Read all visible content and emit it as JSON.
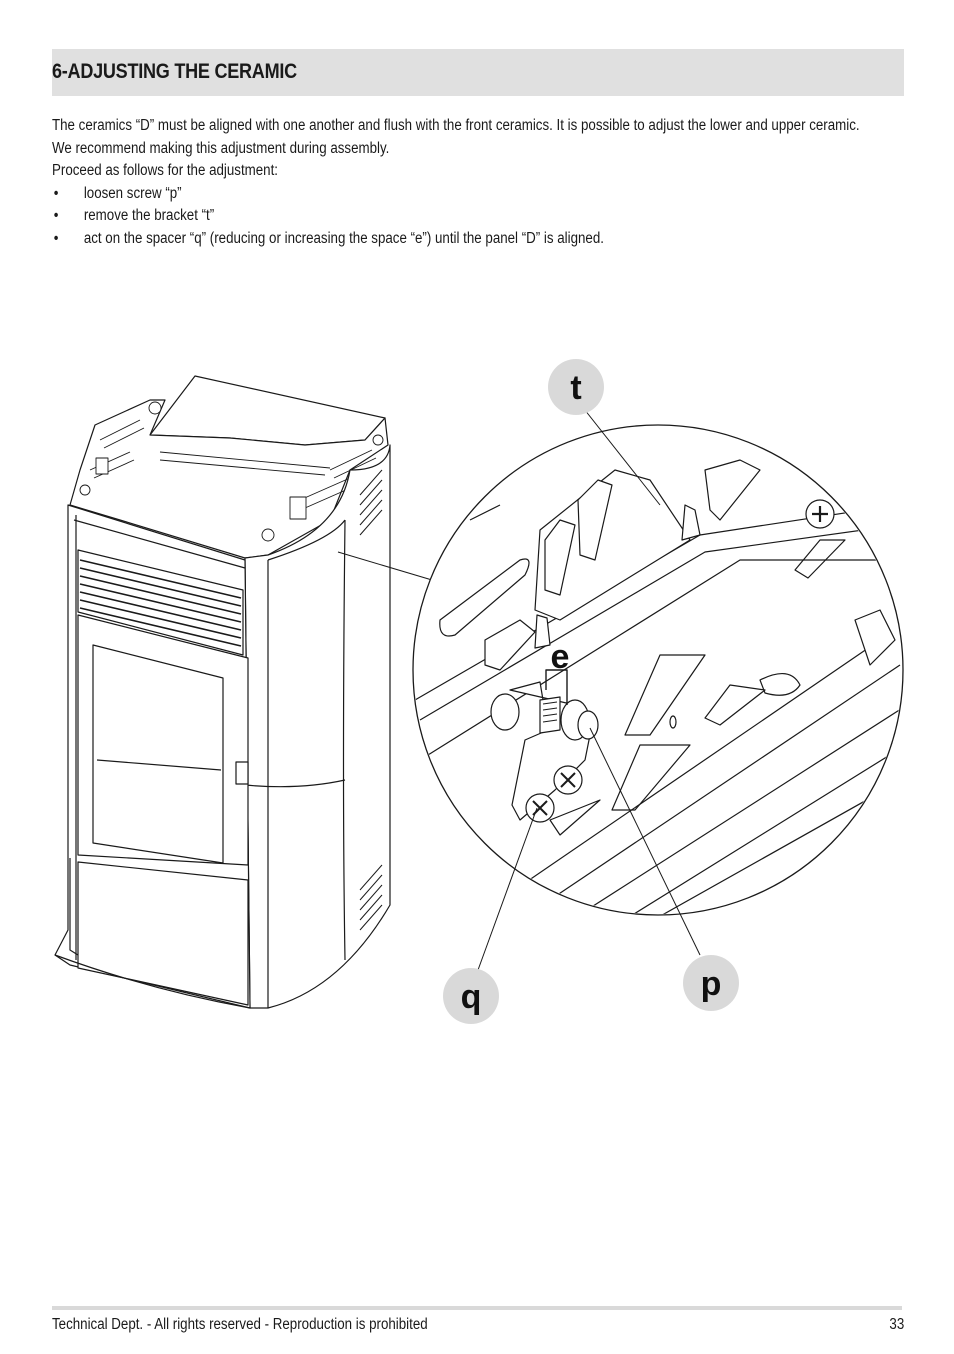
{
  "section": {
    "title": "6-ADJUSTING THE CERAMIC"
  },
  "intro": {
    "paragraph_1": "The ceramics “D” must be aligned with one another and flush with the front ceramics. It is possible to adjust the lower and upper ceramic.",
    "paragraph_2": "We recommend making this adjustment during assembly.",
    "paragraph_3": "Proceed as follows for the adjustment:",
    "bullet_symbol": "•",
    "steps": [
      "loosen screw “p”",
      "remove the bracket “t”",
      "act on the spacer “q” (reducing or increasing the space “e”) until the panel “D” is aligned."
    ]
  },
  "figure": {
    "callouts": {
      "t": "t",
      "e": "e",
      "q": "q",
      "p": "p"
    }
  },
  "footer": {
    "text": "Technical Dept. - All rights reserved - Reproduction is prohibited",
    "page_number": "33"
  }
}
